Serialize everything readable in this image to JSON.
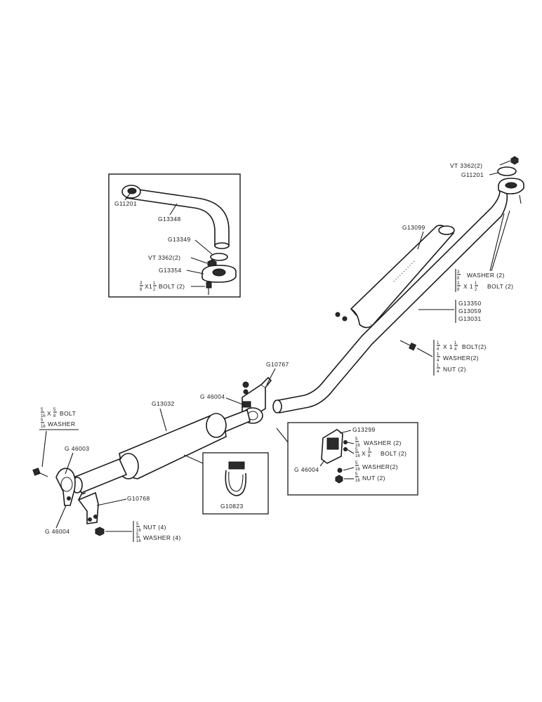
{
  "labels": {
    "g11201_inset": "G11201",
    "g13348": "G13348",
    "g13349": "G13349",
    "vt3362_inset": "VT 3362(2)",
    "g13354": "G13354",
    "bolt_inset": "BOLT (2)",
    "vt3362_top": "VT 3362(2)",
    "g11201_top": "G11201",
    "g13099": "G13099",
    "washer_top": "WASHER (2)",
    "bolt_top": "BOLT (2)",
    "g13350": "G13350",
    "g13059": "G13059",
    "g13031": "G13031",
    "bolt_right": "BOLT(2)",
    "washer_right": "WASHER(2)",
    "nut_right": "NUT (2)",
    "g10767": "G10767",
    "g46004_center": "G 46004",
    "g13032": "G13032",
    "bolt_left": "BOLT",
    "washer_left": "WASHER",
    "g46003": "G 46003",
    "g10768": "G10768",
    "g46004_left": "G 46004",
    "nut_bottom": "NUT  (4)",
    "washer_bottom": "WASHER (4)",
    "g10823": "G10823",
    "g13299": "G13299",
    "washer_clamp": "WASHER (2)",
    "bolt_clamp": "BOLT (2)",
    "g46004_clamp": "G 46004",
    "washer_clamp2": "WASHER(2)",
    "nut_clamp": "NUT (2)"
  }
}
